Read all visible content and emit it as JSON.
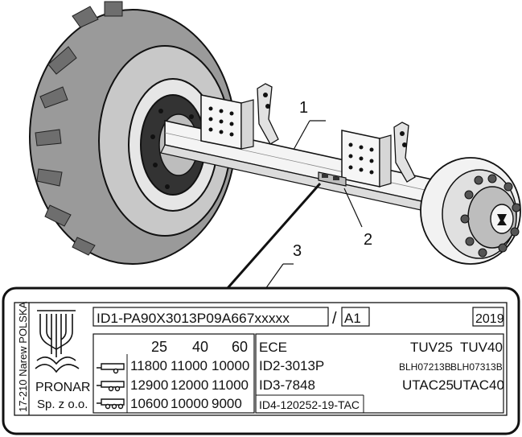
{
  "callouts": {
    "c1": "1",
    "c2": "2",
    "c3": "3"
  },
  "plate": {
    "id1": "ID1-PA90X3013P09A667xxxxx",
    "slash": "/",
    "variant": "A1",
    "year": "2019",
    "side_address": "17-210 Narew POLSKA",
    "brand": "PRONAR",
    "company": "Sp. z o.o.",
    "speed_headers": [
      "25",
      "40",
      "60"
    ],
    "load_rows": [
      [
        "11800",
        "11000",
        "10000"
      ],
      [
        "12900",
        "12000",
        "11000"
      ],
      [
        "10600",
        "10000",
        "9000"
      ]
    ],
    "ece": "ECE",
    "tuv25": "TUV25",
    "tuv40": "TUV40",
    "id2": "ID2-3013P",
    "blh1": "BLH07213B",
    "blh2": "BLH07313B",
    "id3": "ID3-7848",
    "utac25": "UTAC25",
    "utac40": "UTAC40",
    "id4": "ID4-120252-19-TAC"
  }
}
